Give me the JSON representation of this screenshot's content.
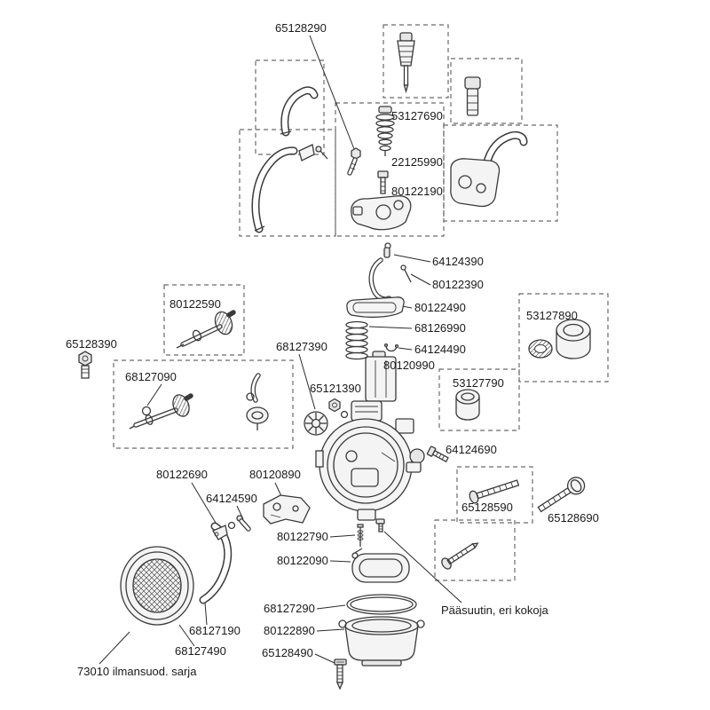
{
  "colors": {
    "background": "#ffffff",
    "line": "#3a3a3a",
    "box": "#6a6a6a",
    "label": "#1a1a1a"
  },
  "diagram": {
    "labels": [
      {
        "part": "65128290"
      },
      {
        "part": "53127690"
      },
      {
        "part": "22125990"
      },
      {
        "part": "80122190"
      },
      {
        "part": "64124390"
      },
      {
        "part": "80122390"
      },
      {
        "part": "80122490"
      },
      {
        "part": "68126990"
      },
      {
        "part": "64124490"
      },
      {
        "part": "80120990"
      },
      {
        "part": "80122590"
      },
      {
        "part": "65128390"
      },
      {
        "part": "68127090"
      },
      {
        "part": "68127390"
      },
      {
        "part": "65121390"
      },
      {
        "part": "53127890"
      },
      {
        "part": "53127790"
      },
      {
        "part": "64124690"
      },
      {
        "part": "65128590"
      },
      {
        "part": "65128690"
      },
      {
        "part": "80122690"
      },
      {
        "part": "80120890"
      },
      {
        "part": "64124590"
      },
      {
        "part": "80122790"
      },
      {
        "part": "80122090"
      },
      {
        "part": "68127290"
      },
      {
        "part": "80122890"
      },
      {
        "part": "68127190"
      },
      {
        "part": "68127490"
      },
      {
        "part": "65128490"
      },
      {
        "part": "Pääsuutin, eri kokoja"
      },
      {
        "part": "73010 ilmansuod. sarja"
      }
    ]
  }
}
